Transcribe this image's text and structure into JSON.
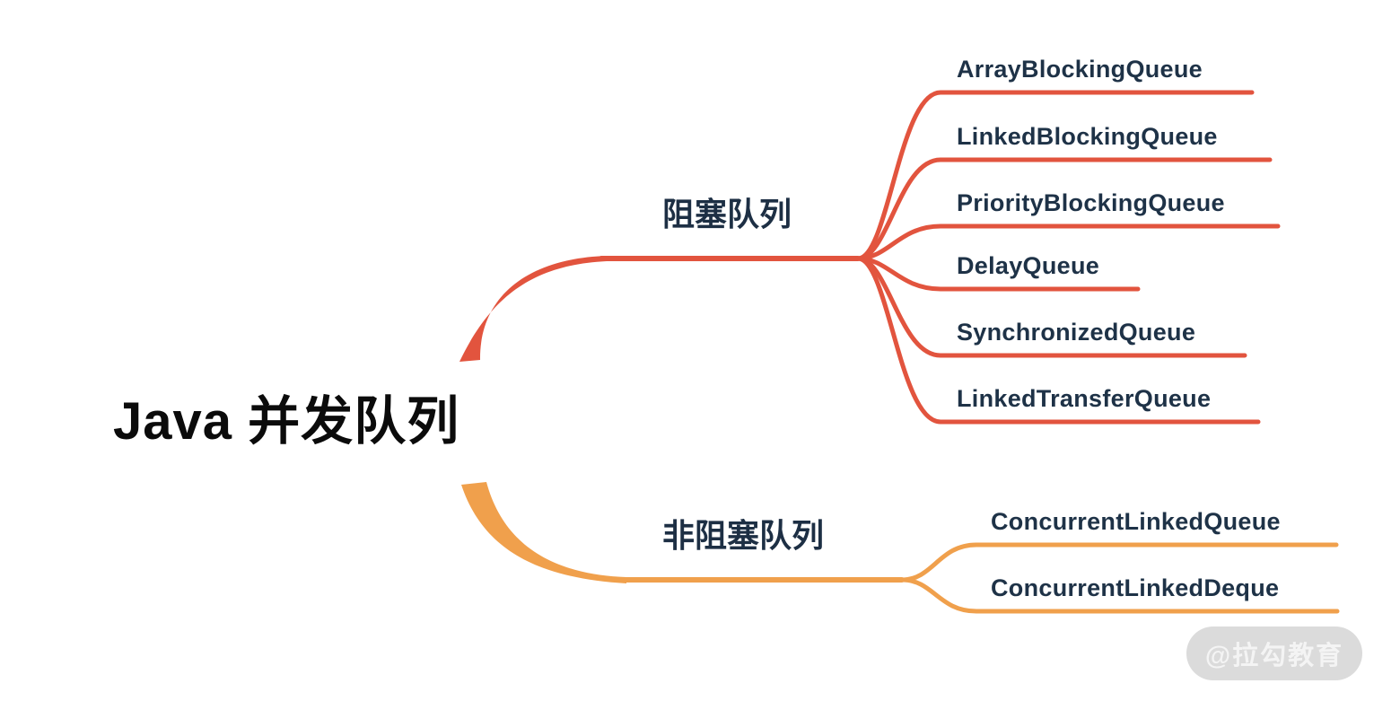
{
  "root": {
    "label": "Java 并发队列"
  },
  "branches": [
    {
      "label": "阻塞队列",
      "color": "#E2543E",
      "children": [
        "ArrayBlockingQueue",
        "LinkedBlockingQueue",
        "PriorityBlockingQueue",
        "DelayQueue",
        "SynchronizedQueue",
        "LinkedTransferQueue"
      ]
    },
    {
      "label": "非阻塞队列",
      "color": "#F0A04C",
      "children": [
        "ConcurrentLinkedQueue",
        "ConcurrentLinkedDeque"
      ]
    }
  ],
  "watermark": {
    "text": "@拉勾教育"
  },
  "colors": {
    "background": "#FFFFFF",
    "leaf_text": "#1E3247",
    "branch_label_text": "#1D2F44",
    "root_text": "#0B0B0B",
    "blocking_line": "#E2543E",
    "nonblocking_line": "#F0A04C",
    "watermark_pill": "#DBDBDB",
    "watermark_text": "#F4F4F4"
  }
}
